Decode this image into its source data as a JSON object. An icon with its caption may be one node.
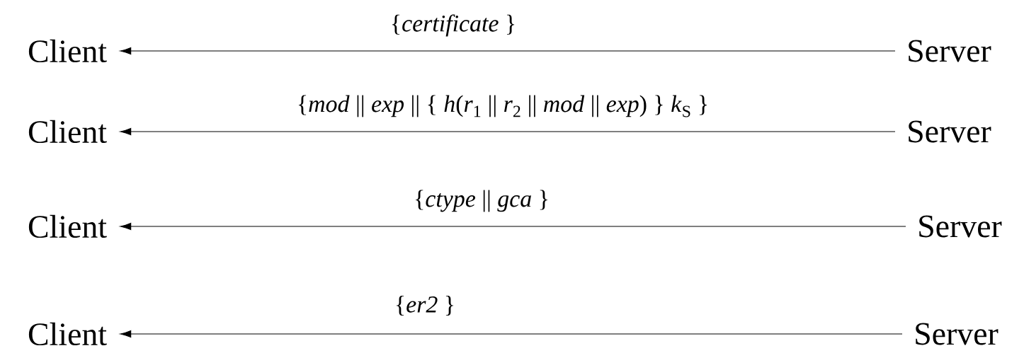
{
  "diagram": {
    "nodes": [
      {
        "text": [
          "Client"
        ]
      },
      {
        "text": [
          "Server"
        ]
      },
      {
        "text": [
          "Client"
        ]
      },
      {
        "text": [
          "Server"
        ]
      },
      {
        "text": [
          "Client"
        ]
      },
      {
        "text": [
          "Server"
        ]
      },
      {
        "text": [
          "Client"
        ]
      },
      {
        "text": [
          "Server"
        ]
      }
    ],
    "edges": [
      {
        "from": 1,
        "to": 0,
        "arrow": "to",
        "label": "{*certificate* }"
      },
      {
        "from": 3,
        "to": 2,
        "arrow": "to",
        "label": "{*mod* || *exp* || { *h*(*r*$_{1}$ || *r*$_{2}$ || *mod* || *exp*) } *k*$_{S}$ }"
      },
      {
        "from": 5,
        "to": 4,
        "arrow": "to",
        "label": "{*ctype* || *gca* }"
      },
      {
        "from": 7,
        "to": 6,
        "arrow": "to",
        "label": "{*er2* }"
      }
    ]
  }
}
